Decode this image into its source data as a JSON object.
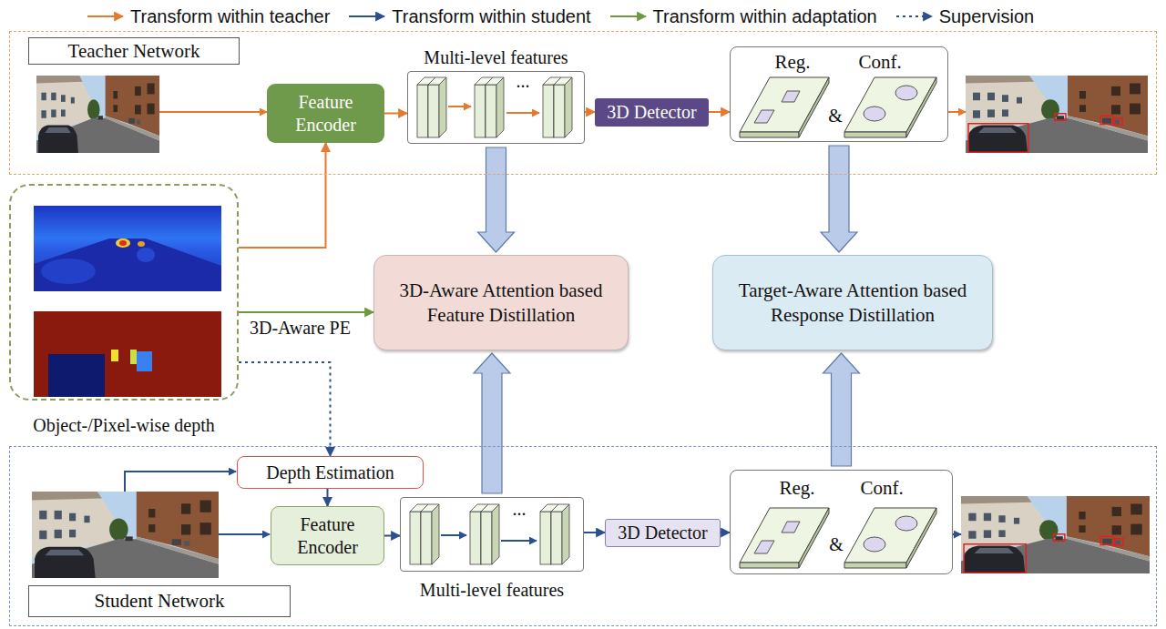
{
  "diagram": {
    "nodes": [
      {
        "text": [
          "Teacher Network"
        ]
      },
      {
        "text": [
          "Feature Encoder"
        ],
        "in": 0
      },
      {
        "text": [
          "Multi-level features"
        ],
        "in": 0
      },
      {
        "text": [
          "3D Detector"
        ],
        "in": 0
      },
      {
        "text": [
          "Reg.",
          "&",
          "Conf."
        ],
        "in": 0
      },
      {
        "text": [
          "Object-/Pixel-wise depth"
        ]
      },
      {
        "text": [
          "3D-Aware Attention based Feature Distillation"
        ]
      },
      {
        "text": [
          "Target-Aware Attention based Response Distillation"
        ]
      },
      {
        "text": [
          "Student Network"
        ]
      },
      {
        "text": [
          "Depth Estimation"
        ],
        "in": 8
      },
      {
        "text": [
          "Feature Encoder"
        ],
        "in": 8
      },
      {
        "text": [
          "Multi-level features"
        ],
        "in": 8
      },
      {
        "text": [
          "3D Detector"
        ],
        "in": 8
      },
      {
        "text": [
          "Reg.",
          "&",
          "Conf."
        ],
        "in": 8
      }
    ],
    "edges": [
      {
        "from": 1,
        "to": 2,
        "arrow": "to"
      },
      {
        "from": 2,
        "to": 3,
        "arrow": "to"
      },
      {
        "from": 3,
        "to": 4,
        "arrow": "to"
      },
      {
        "from": 5,
        "to": 1,
        "arrow": "to"
      },
      {
        "from": 5,
        "to": 6,
        "label": "3D-Aware PE",
        "arrow": "to"
      },
      {
        "from": 2,
        "to": 6,
        "arrow": "to"
      },
      {
        "from": 11,
        "to": 6,
        "arrow": "to"
      },
      {
        "from": 4,
        "to": 7,
        "arrow": "to"
      },
      {
        "from": 13,
        "to": 7,
        "arrow": "to"
      },
      {
        "from": 5,
        "to": 9,
        "arrow": "to"
      },
      {
        "from": 9,
        "to": 10,
        "arrow": "to"
      },
      {
        "from": 10,
        "to": 11,
        "arrow": "to"
      },
      {
        "from": 11,
        "to": 12,
        "arrow": "to"
      },
      {
        "from": 12,
        "to": 13,
        "arrow": "to"
      }
    ],
    "labels": [
      "...",
      "..."
    ],
    "legend": [
      {
        "text": "Transform within teacher"
      },
      {
        "text": "Transform within student"
      },
      {
        "text": "Transform within adaptation"
      },
      {
        "text": "Supervision"
      }
    ]
  }
}
